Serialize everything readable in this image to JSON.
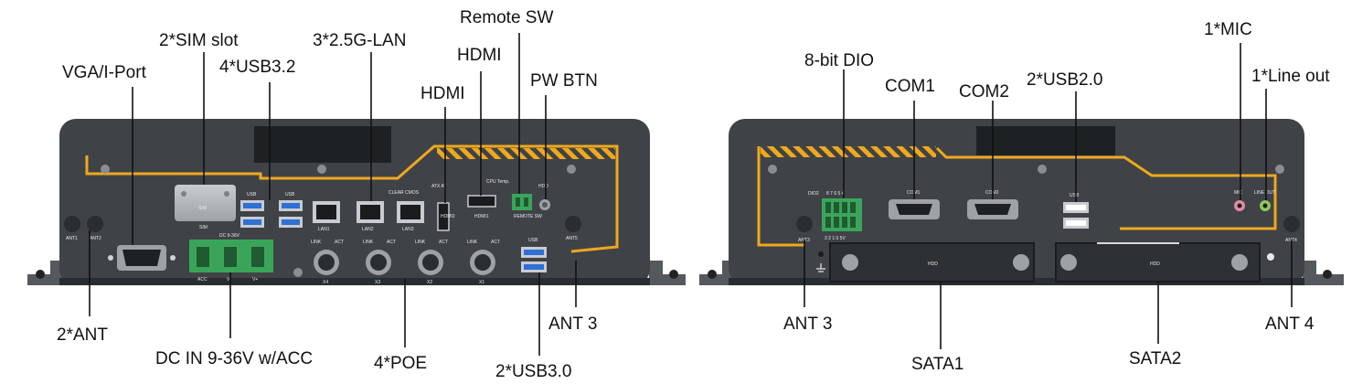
{
  "colors": {
    "chassis": "#3f4347",
    "chassis_dark": "#2a2d30",
    "accent": "#f0a81c",
    "connector_green": "#3aa55a",
    "usb_blue": "#2f6fd6",
    "label_text": "#111111",
    "background": "#ffffff"
  },
  "left_panel": {
    "callouts": {
      "vga": "VGA/I-Port",
      "sim": "2*SIM slot",
      "usb32": "4*USB3.2",
      "lan": "3*2.5G-LAN",
      "hdmi1": "HDMI",
      "hdmi2": "HDMI",
      "remote_sw": "Remote SW",
      "pw_btn": "PW BTN",
      "ant2": "2*ANT",
      "dc_in": "DC IN 9-36V w/ACC",
      "poe": "4*POE",
      "usb30": "2*USB3.0",
      "ant3": "ANT 3"
    },
    "silk": {
      "sim_label": "SIM",
      "sim_sub": "SIM",
      "usb": "USB",
      "clear_cmos": "CLEAR CMOS",
      "at_at": "ATX  AT",
      "cpu_temp": "CPU Temp.",
      "hdd": "HDD",
      "hdmi_a": "HDMI2",
      "hdmi_b": "HDMI1",
      "remote": "REMOTE SW",
      "lan1": "LAN1",
      "lan2": "LAN2",
      "lan3": "LAN3",
      "dc": "DC 9-36V",
      "acc": "ACC",
      "vminus": "V-",
      "vplus": "V+",
      "ant1": "ANT1",
      "ant2": "ANT2",
      "ant5": "ANT5",
      "x4": "X4",
      "x3": "X3",
      "x2": "X2",
      "x1": "X1",
      "link": "LINK",
      "act": "ACT"
    }
  },
  "right_panel": {
    "callouts": {
      "dio": "8-bit DIO",
      "com1": "COM1",
      "com2": "COM2",
      "usb20": "2*USB2.0",
      "mic": "1*MIC",
      "line_out": "1*Line out",
      "ant3": "ANT 3",
      "sata1": "SATA1",
      "sata2": "SATA2",
      "ant4": "ANT 4"
    },
    "silk": {
      "dio": "DIO2",
      "dio_top": "8 7 6 5 4",
      "dio_bottom": "3 2 1 0 5V",
      "com1": "COM1",
      "com2": "COM2",
      "usb": "USB",
      "mic": "MIC",
      "line_out": "LINE OUT",
      "ant3": "ANT3",
      "ant4": "ANT4",
      "hdd1": "HDD",
      "hdd2": "HDD"
    }
  }
}
